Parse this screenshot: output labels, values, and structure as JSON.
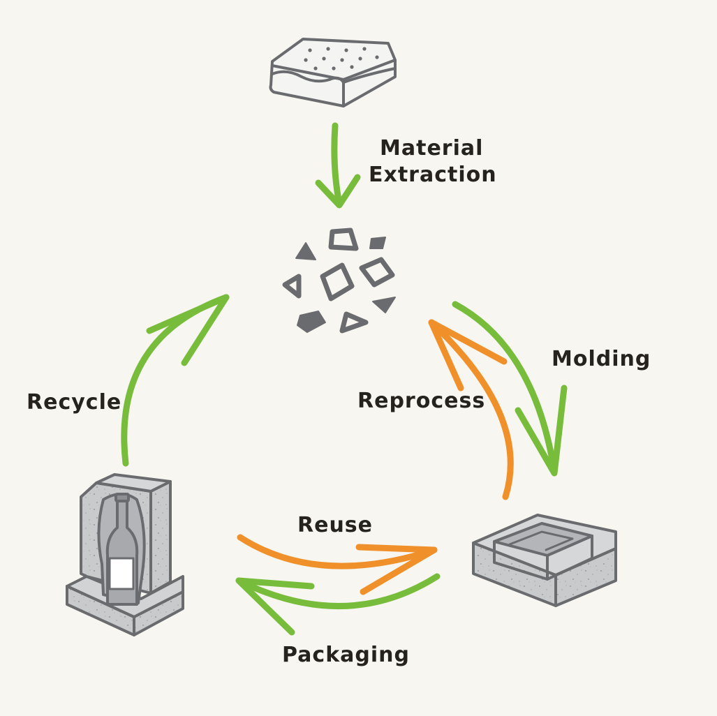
{
  "colors": {
    "background": "#f8f6f0",
    "green_arrow": "#78bc3c",
    "orange_arrow": "#f0902a",
    "outline": "#6a6b6e",
    "foam_fill": "#c9cacc",
    "text": "#26231e"
  },
  "nodes": {
    "top": "foam-sheet-icon",
    "center": "granules-icon",
    "right": "molded-tray-icon",
    "left": "bottle-packaging-icon"
  },
  "labels": {
    "material_extraction": {
      "line1": "Material",
      "line2": "Extraction"
    },
    "molding": "Molding",
    "reprocess": "Reprocess",
    "recycle": "Recycle",
    "reuse": "Reuse",
    "packaging": "Packaging"
  },
  "edges": [
    {
      "from": "top",
      "to": "center",
      "label_key": "material_extraction",
      "color": "green"
    },
    {
      "from": "center",
      "to": "right",
      "label_key": "molding",
      "color": "green"
    },
    {
      "from": "right",
      "to": "center",
      "label_key": "reprocess",
      "color": "orange"
    },
    {
      "from": "left",
      "to": "center",
      "label_key": "recycle",
      "color": "green"
    },
    {
      "from": "left",
      "to": "right",
      "label_key": "reuse",
      "color": "orange"
    },
    {
      "from": "right",
      "to": "left",
      "label_key": "packaging",
      "color": "green"
    }
  ]
}
